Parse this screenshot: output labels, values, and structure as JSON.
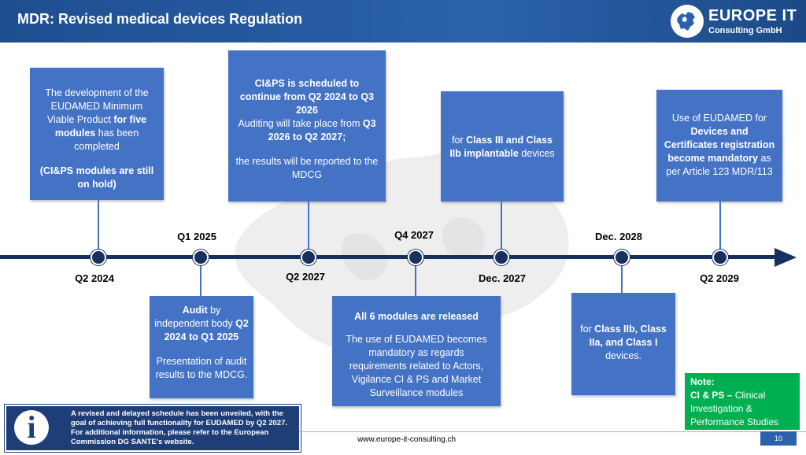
{
  "header": {
    "title": "MDR: Revised medical devices Regulation",
    "logo_line1": "EUROPE IT",
    "logo_line2": "Consulting GmbH"
  },
  "boxes": {
    "q2_2024": {
      "p1": "The development of the EUDAMED Minimum Viable Product ",
      "p1_bold": "for five modules",
      "p1_end": " has been completed",
      "p2_bold": "(CI&PS modules are still on hold)"
    },
    "q1_2025": {
      "b1": "Audit",
      "t1": " by independent body ",
      "b2": "Q2 2024 to Q1 2025",
      "t2": "Presentation of audit results to the MDCG."
    },
    "q2_2027": {
      "b1": "CI&PS is scheduled to continue from Q2 2024 to Q3 2026",
      "t1": "Auditing will take place from ",
      "b2": "Q3 2026 to Q2 2027;",
      "t2": "the results will be reported to the MDCG"
    },
    "q4_2027": {
      "b1": "All 6 modules are released",
      "t1": "The use of EUDAMED becomes mandatory as regards requirements related to Actors, Vigilance CI & PS and Market Surveillance modules"
    },
    "dec_2027": {
      "t1": "for ",
      "b1": "Class III and Class IIb implantable",
      "t2": " devices"
    },
    "dec_2028": {
      "t1": "for ",
      "b1": "Class IIb, Class IIa, and Class I",
      "t2": " devices."
    },
    "q2_2029": {
      "t1": "Use of EUDAMED for ",
      "b1": "Devices and Certificates registration become mandatory",
      "t2": " as per Article 123 MDR/113"
    }
  },
  "timeline": {
    "q2_2024": "Q2 2024",
    "q1_2025": "Q1 2025",
    "q2_2027": "Q2 2027",
    "q4_2027": "Q4 2027",
    "dec_2027": "Dec. 2027",
    "dec_2028": "Dec. 2028",
    "q2_2029": "Q2 2029"
  },
  "note": {
    "title": "Note:",
    "bold": "CI & PS –",
    "text": " Clinical Investigation & Performance Studies"
  },
  "info": {
    "icon": "i",
    "text": "A revised and delayed schedule has been unveiled, with the goal of achieving full functionality for EUDAMED by Q2 2027. For additional information, please refer to the European Commission DG SANTE's website."
  },
  "footer": {
    "url": "www.europe-it-consulting.ch",
    "page": "10"
  },
  "colors": {
    "box": "#4472c4",
    "timeline": "#17305e",
    "note": "#00b050",
    "header": "#1f4e8f"
  }
}
